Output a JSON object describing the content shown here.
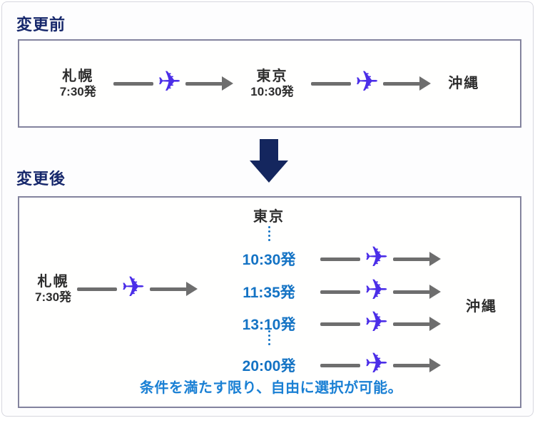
{
  "icons": {
    "airplane": "✈"
  },
  "colors": {
    "section_label_navy": "#16276b",
    "down_arrow_navy": "#14265e",
    "option_time_blue": "#1473c4",
    "caption_blue": "#1a80d4",
    "airplane_violet": "#4b2ee8",
    "route_gray": "#6e6e6e",
    "box_border": "#83839e"
  },
  "before": {
    "label": "変更前",
    "origin": {
      "city": "札幌",
      "time": "7:30発"
    },
    "via": {
      "city": "東京",
      "time": "10:30発"
    },
    "destination": {
      "city": "沖縄"
    }
  },
  "after": {
    "label": "変更後",
    "origin": {
      "city": "札幌",
      "time": "7:30発"
    },
    "via_city": "東京",
    "options": [
      "10:30発",
      "11:35発",
      "13:10発",
      "20:00発"
    ],
    "destination": "沖縄",
    "caption": "条件を満たす限り、自由に選択が可能。"
  }
}
